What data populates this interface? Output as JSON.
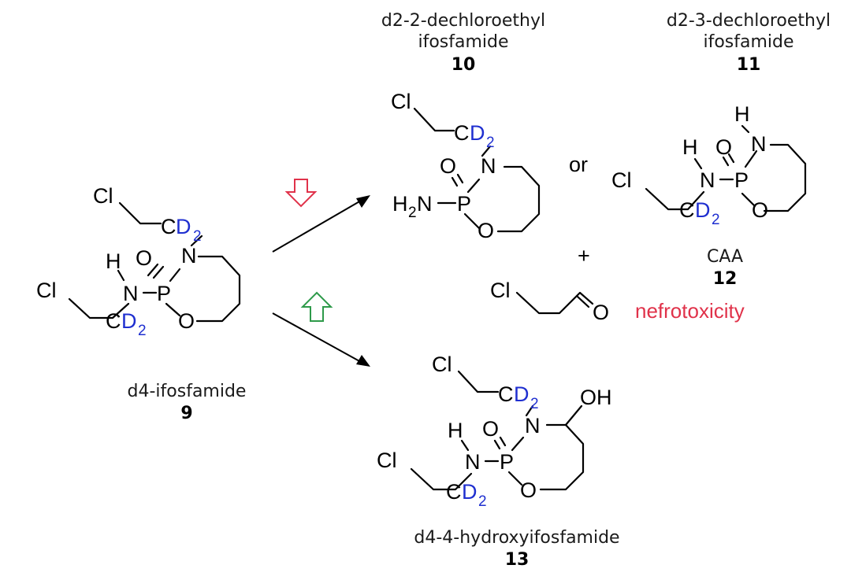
{
  "atoms": {
    "cl": "Cl",
    "c": "C",
    "d": "D",
    "two": "2",
    "n": "N",
    "h": "H",
    "p": "P",
    "o": "O",
    "oh": "OH"
  },
  "compounds": {
    "c9": {
      "name": "d4-ifosfamide",
      "number": "9"
    },
    "c10": {
      "name_line1": "d2-2-dechloroethyl",
      "name_line2": "ifosfamide",
      "number": "10"
    },
    "c11": {
      "name_line1": "d2-3-dechloroethyl",
      "name_line2": "ifosfamide",
      "number": "11"
    },
    "c12": {
      "name": "CAA",
      "number": "12"
    },
    "c13": {
      "name": "d4-4-hydroxyifosfamide",
      "number": "13"
    }
  },
  "labels": {
    "or": "or",
    "plus": "+",
    "toxicity": "nefrotoxicity"
  },
  "colors": {
    "deuterium": "#1f2fd0",
    "toxicity": "#e0324a",
    "down_arrow": "#e0324a",
    "up_arrow": "#2e9a4a"
  }
}
